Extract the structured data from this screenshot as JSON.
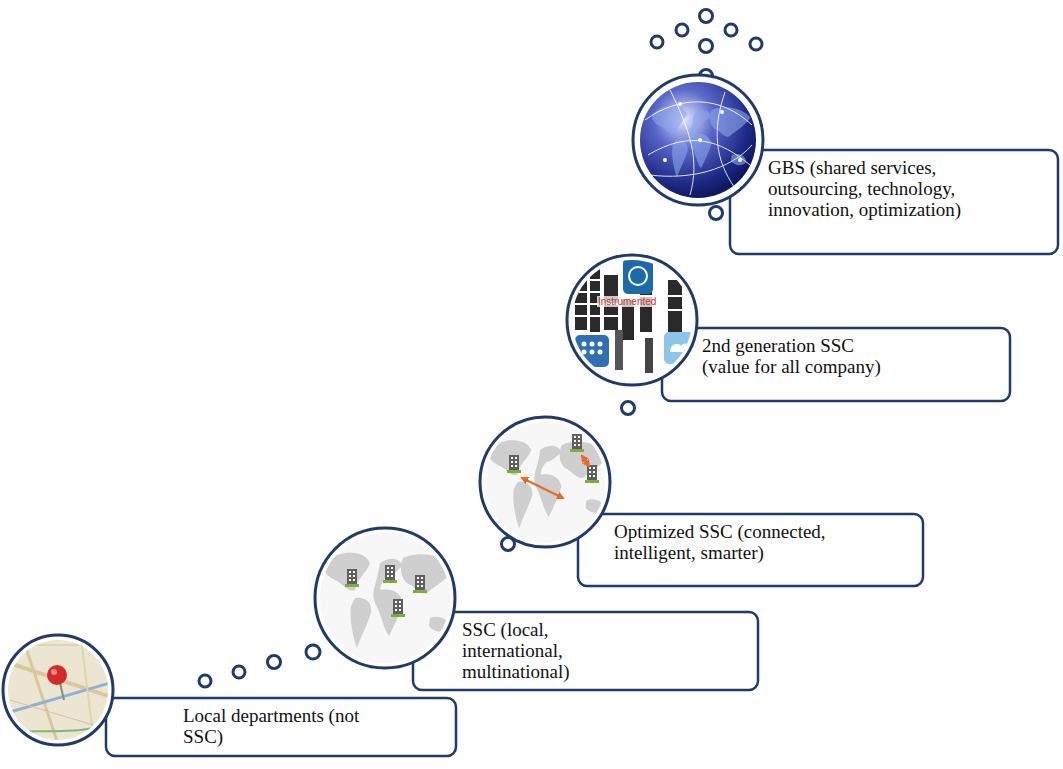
{
  "diagram": {
    "nodes": [
      {
        "text": [
          "Local departments (not SSC)"
        ]
      },
      {
        "text": [
          "SSC (local, international, multinational)"
        ]
      },
      {
        "text": [
          "Optimized SSC (connected, intelligent, smarter)"
        ]
      },
      {
        "text": [
          "2nd generation SSC (value for all company)"
        ]
      },
      {
        "text": [
          "GBS (shared services, outsourcing, technology, innovation, optimization)"
        ]
      }
    ],
    "labels": [
      "Instrumented"
    ]
  }
}
